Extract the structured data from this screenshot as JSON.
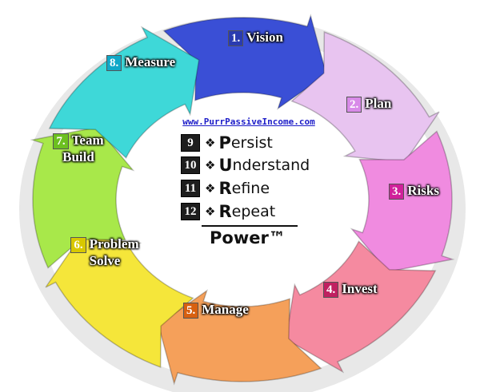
{
  "website": "www.PurrPassiveIncome.com",
  "steps": [
    {
      "num": "1.",
      "text": "Vision",
      "color": "#3a4fd6",
      "box": "#2a3bb0"
    },
    {
      "num": "2.",
      "text": "Plan",
      "color": "#e8c4f0",
      "box": "#d88ae8"
    },
    {
      "num": "3.",
      "text": "Risks",
      "color": "#f08be0",
      "box": "#d0209a"
    },
    {
      "num": "4.",
      "text": "Invest",
      "color": "#f58aa0",
      "box": "#c02060"
    },
    {
      "num": "5.",
      "text": "Manage",
      "color": "#f5a05a",
      "box": "#d86010"
    },
    {
      "num": "6.",
      "text": "Problem Solve",
      "color": "#f5e63a",
      "box": "#d8c800"
    },
    {
      "num": "7.",
      "text": "Team Build",
      "color": "#a8e84a",
      "box": "#6cc020"
    },
    {
      "num": "8.",
      "text": "Measure",
      "color": "#3ed8d8",
      "box": "#10a8c8"
    }
  ],
  "pur": [
    {
      "num": "9",
      "cap": "P",
      "rest": "ersist"
    },
    {
      "num": "10",
      "cap": "U",
      "rest": "nderstand"
    },
    {
      "num": "11",
      "cap": "R",
      "rest": "efine"
    },
    {
      "num": "12",
      "cap": "R",
      "rest": "epeat"
    }
  ],
  "bullet": "❖",
  "power": "Power™"
}
